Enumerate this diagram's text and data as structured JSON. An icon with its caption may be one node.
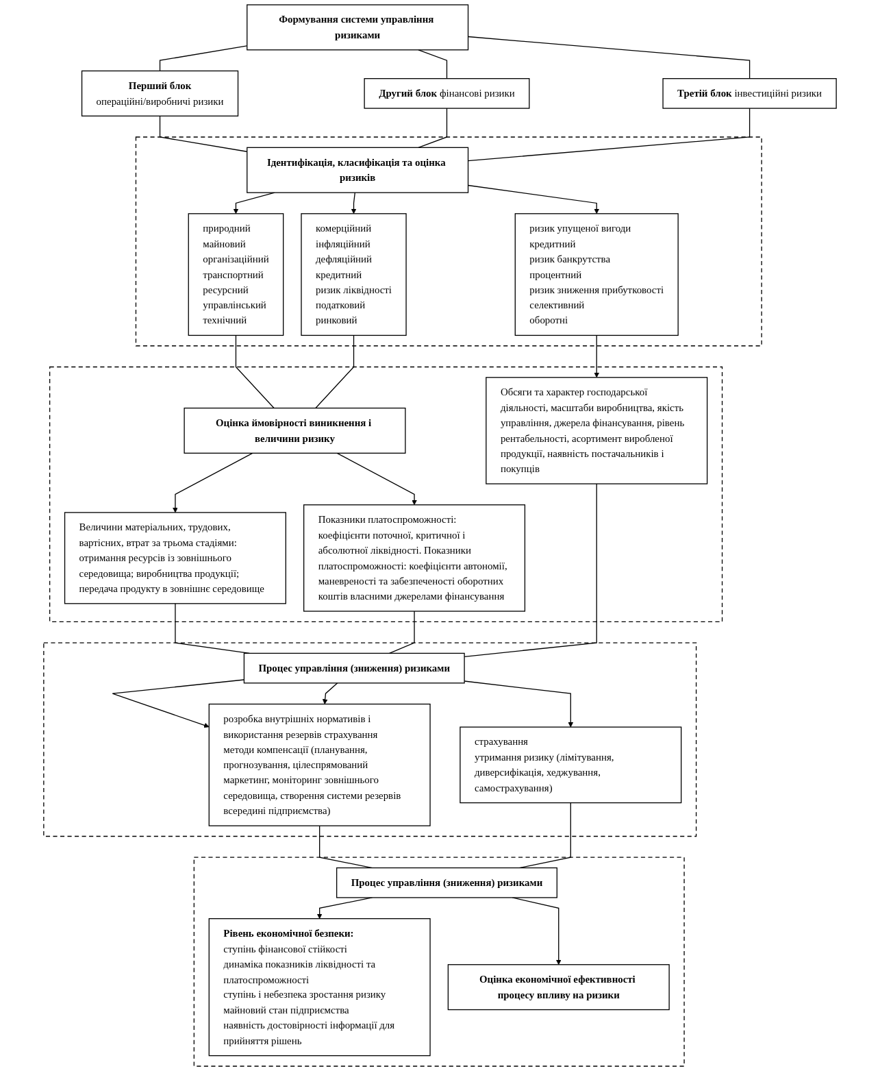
{
  "diagram": {
    "nodes": [
      {
        "text": [
          "Формування системи управління ризиками"
        ]
      },
      {
        "text": [
          "Перший блок",
          "операційні/виробничі ризики"
        ]
      },
      {
        "text": [
          "Другий блок",
          "фінансові ризики"
        ]
      },
      {
        "text": [
          "Третій блок",
          "інвестиційні ризики"
        ]
      },
      {
        "text": [],
        "shape": "box"
      },
      {
        "text": [
          "Ідентифікація, класифікація та оцінка ризиків"
        ],
        "in": 4
      },
      {
        "text": [
          "природний",
          "майновий",
          "організаційний",
          "транспортний",
          "ресурсний",
          "управлінський",
          "технічний"
        ],
        "in": 4
      },
      {
        "text": [
          "комерційний",
          "інфляційний",
          "дефляційний",
          "кредитний",
          "ризик ліквідності",
          "податковий",
          "ринковий"
        ],
        "in": 4
      },
      {
        "text": [
          "ризик упущеної вигоди",
          "кредитний",
          "ризик банкрутства",
          "процентний",
          "ризик зниження прибутковості",
          "селективний",
          "оборотні"
        ],
        "in": 4
      },
      {
        "text": [],
        "shape": "box"
      },
      {
        "text": [
          "Оцінка ймовірності виникнення і величини ризику"
        ],
        "in": 9
      },
      {
        "text": [
          "Величини матеріальних, трудових, вартісних, втрат за трьома стадіями: отримання ресурсів із зовнішнього середовища; виробництва продукції; передача продукту в зовнішнє середовище"
        ],
        "in": 9
      },
      {
        "text": [
          "Показники платоспроможності: коефіцієнти поточної, критичної і абсолютної ліквідності. Показники платоспроможності: коефіцієнти автономії, маневреності та забезпеченості оборотних коштів власними джерелами фінансування"
        ],
        "in": 9
      },
      {
        "text": [
          "Обсяги та характер господарської діяльності, масштаби виробництва, якість управління, джерела фінансування, рівень рентабельності, асортимент виробленої продукції, наявність постачальників і покупців"
        ],
        "in": 9
      },
      {
        "text": [],
        "shape": "box"
      },
      {
        "text": [
          "Процес управління (зниження) ризиками"
        ],
        "in": 14
      },
      {
        "text": [
          "розробка внутрішніх нормативів і використання резервів страхування",
          "методи компенсації (планування, прогнозування, цілеспрямований маркетинг, моніторинг зовнішнього середовища, створення системи резервів всередині підприємства)"
        ],
        "in": 14
      },
      {
        "text": [
          "страхування",
          "утримання ризику (лімітування, диверсифікація, хеджування, самострахування)"
        ],
        "in": 14
      },
      {
        "text": [],
        "shape": "box"
      },
      {
        "text": [
          "Процес управління (зниження) ризиками"
        ],
        "in": 18
      },
      {
        "text": [
          "Рівень економічної безпеки:",
          "ступінь фінансової стійкості",
          "динаміка показників ліквідності та платоспроможності",
          "ступінь і небезпека зростання ризику",
          "майновий стан підприємства",
          "наявність достовірності інформації для прийняття рішень"
        ],
        "in": 18
      },
      {
        "text": [
          "Оцінка економічної ефективності процесу впливу на ризики"
        ],
        "in": 18
      }
    ],
    "edges": [
      {
        "from": 0,
        "to": 1,
        "arrow": "none"
      },
      {
        "from": 0,
        "to": 2,
        "arrow": "none"
      },
      {
        "from": 0,
        "to": 3,
        "arrow": "none"
      },
      {
        "from": 1,
        "to": 5,
        "arrow": "none"
      },
      {
        "from": 2,
        "to": 5,
        "arrow": "none"
      },
      {
        "from": 3,
        "to": 5,
        "arrow": "none"
      },
      {
        "from": 5,
        "to": 6,
        "arrow": "to"
      },
      {
        "from": 5,
        "to": 7,
        "arrow": "to"
      },
      {
        "from": 5,
        "to": 8,
        "arrow": "to"
      },
      {
        "from": 6,
        "to": 10,
        "arrow": "none"
      },
      {
        "from": 7,
        "to": 10,
        "arrow": "none"
      },
      {
        "from": 8,
        "to": 13,
        "arrow": "to"
      },
      {
        "from": 10,
        "to": 11,
        "arrow": "to"
      },
      {
        "from": 10,
        "to": 12,
        "arrow": "to"
      },
      {
        "from": 11,
        "to": 15,
        "arrow": "none"
      },
      {
        "from": 12,
        "to": 15,
        "arrow": "none"
      },
      {
        "from": 13,
        "to": 15,
        "arrow": "none"
      },
      {
        "from": 15,
        "to": 16,
        "arrow": "to"
      },
      {
        "from": 15,
        "to": 16,
        "arrow": "to"
      },
      {
        "from": 15,
        "to": 17,
        "arrow": "to"
      },
      {
        "from": 16,
        "to": 19,
        "arrow": "none"
      },
      {
        "from": 17,
        "to": 19,
        "arrow": "none"
      },
      {
        "from": 19,
        "to": 20,
        "arrow": "to"
      },
      {
        "from": 19,
        "to": 21,
        "arrow": "to"
      }
    ]
  }
}
